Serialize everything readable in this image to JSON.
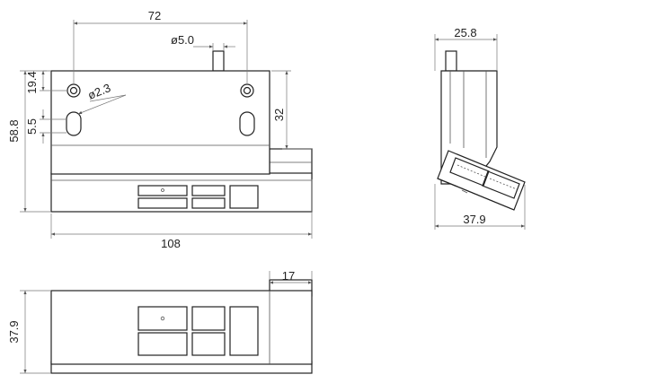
{
  "dimensions": {
    "front_hole_spacing": "72",
    "front_pin_diameter": "ø5.0",
    "front_hole_diameter": "ø2.3",
    "front_height_upper": "19.4",
    "front_total_height": "58.8",
    "front_slot_offset": "5.5",
    "front_right_height": "32",
    "front_total_width": "108",
    "side_top_width": "25.8",
    "side_bottom_width": "37.9",
    "bottom_height": "37.9",
    "bottom_tab_width": "17"
  }
}
